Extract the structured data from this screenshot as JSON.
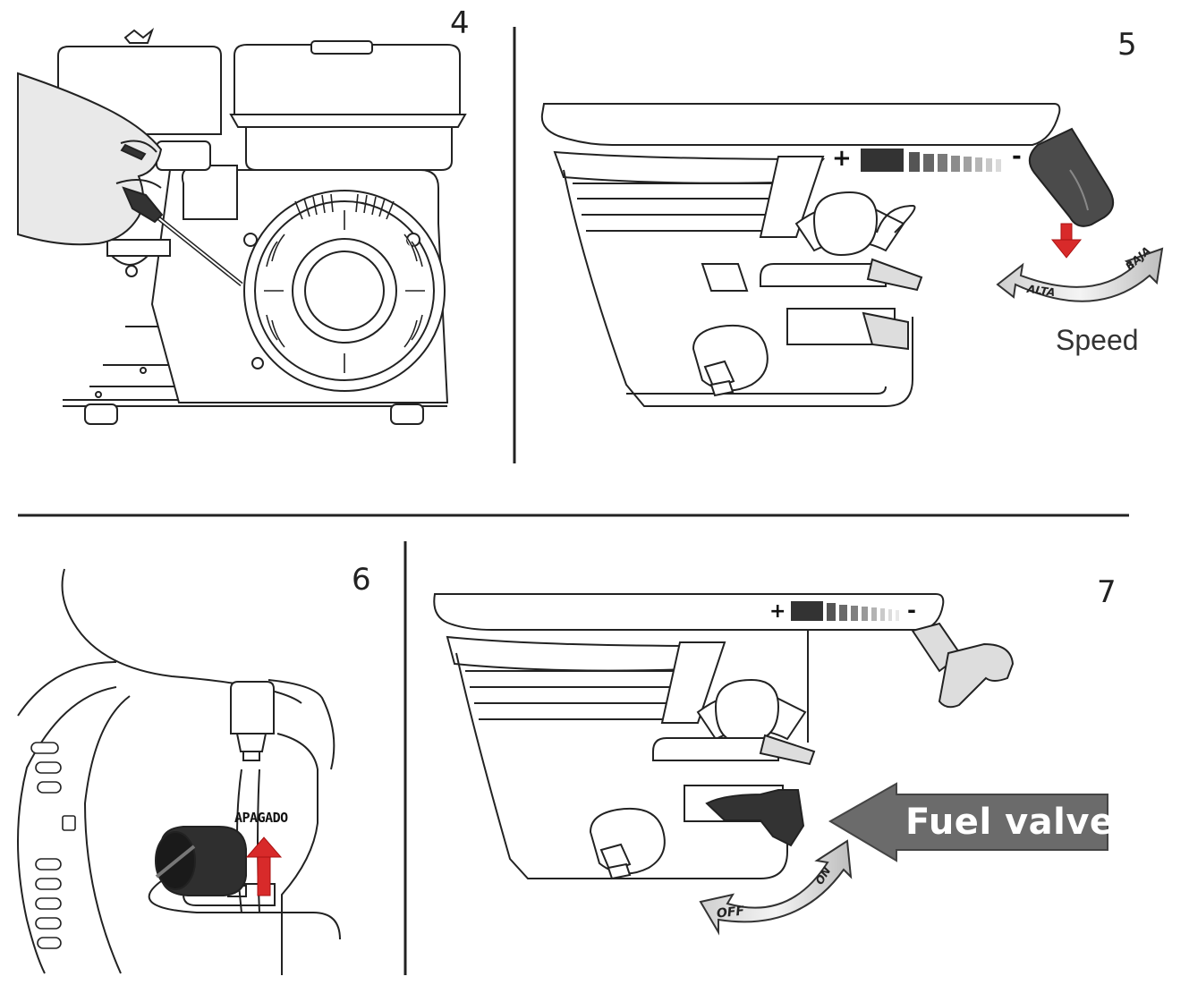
{
  "steps": {
    "s4": "4",
    "s5": "5",
    "s6": "6",
    "s7": "7"
  },
  "labels": {
    "speed": "Speed",
    "alta": "ALTA",
    "baja": "BAJA",
    "apagado": "APAGADO",
    "fuel_valve": "Fuel valve",
    "off": "OFF",
    "on": "ON",
    "plus": "+",
    "minus": "-"
  },
  "colors": {
    "line": "#222222",
    "arrow_red": "#d82a2a",
    "dark_gray": "#555555",
    "banner_gray": "#6b6b6b"
  }
}
